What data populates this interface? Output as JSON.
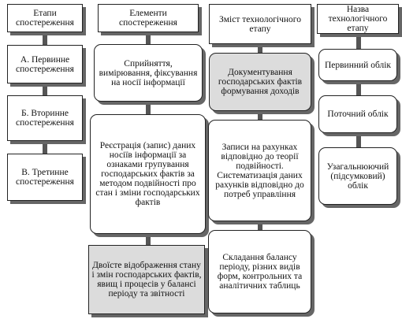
{
  "columns": [
    {
      "header": "Етапи спостереження",
      "items": [
        "А. Первинне спостереження",
        "Б. Вторинне спостереження",
        "В. Третинне спостереження"
      ]
    },
    {
      "header": "Елементи спостереження",
      "items": [
        "Сприйняття, вимірювання, фіксування на носії інформації",
        "Реєстрація (запис) даних носіїв інформації за ознаками групування господарських фактів за методом подвійності про стан і зміни господарських фактів",
        "Двоїсте відображення стану і змін господарських фактів, явищ і процесів у балансі періоду та звітності"
      ]
    },
    {
      "header": "Зміст технологічного етапу",
      "items": [
        "Документування господарських фактів формування доходів",
        "Записи на рахунках відповідно до теорії подвійності. Систематизація даних рахунків відповідно до потреб управління",
        "Складання балансу періоду, різних видів форм, контрольних та аналітичних таблиць"
      ]
    },
    {
      "header": "Назва технологічного етапу",
      "items": [
        "Первинний облік",
        "Поточний облік",
        "Узагальнюючий (підсумковий) облік"
      ]
    }
  ]
}
